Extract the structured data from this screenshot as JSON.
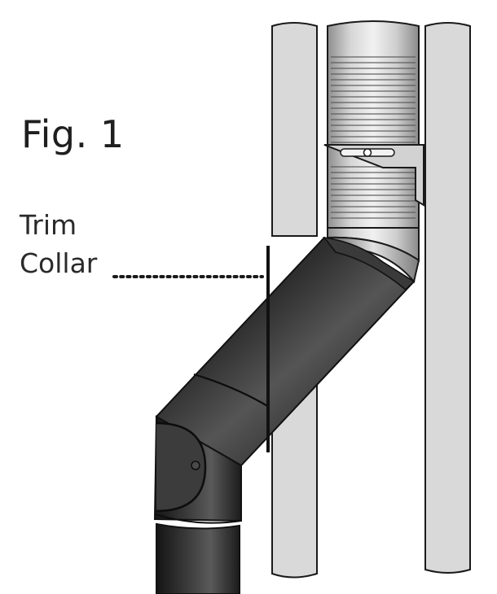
{
  "figure": {
    "title": "Fig. 1"
  },
  "callout": {
    "line1": "Trim",
    "line2": "Collar"
  },
  "colors": {
    "wall_fill": "#d9d9d9",
    "outline": "#1a1a1a",
    "stove_pipe_dark": "#2b2b2b",
    "liner_light": "#c7c7c7"
  }
}
